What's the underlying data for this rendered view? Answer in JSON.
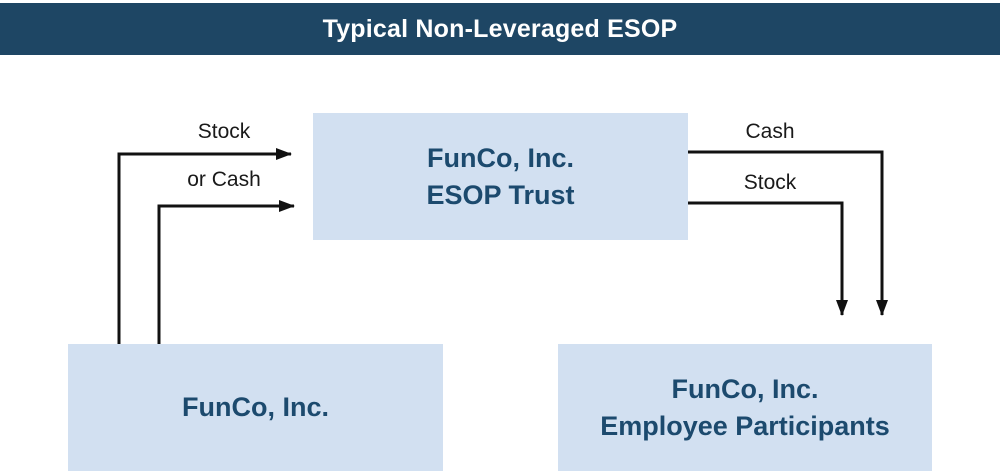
{
  "title": "Typical Non-Leveraged ESOP",
  "colors": {
    "header_bg": "#1e4664",
    "box_bg": "#d2e0f1",
    "box_text": "#1c4a6e",
    "arrow_color": "#111111",
    "label_color": "#1a1a1a"
  },
  "boxes": {
    "esop_trust": {
      "line1": "FunCo, Inc.",
      "line2": "ESOP Trust"
    },
    "company": {
      "line1": "FunCo, Inc."
    },
    "participants": {
      "line1": "FunCo, Inc.",
      "line2": "Employee Participants"
    }
  },
  "arrows": {
    "stock_in": {
      "label": "Stock",
      "from": "company",
      "to": "esop_trust"
    },
    "or_cash_in": {
      "label": "or Cash",
      "from": "company",
      "to": "esop_trust"
    },
    "cash_out": {
      "label": "Cash",
      "from": "esop_trust",
      "to": "participants"
    },
    "stock_out": {
      "label": "Stock",
      "from": "esop_trust",
      "to": "participants"
    }
  }
}
